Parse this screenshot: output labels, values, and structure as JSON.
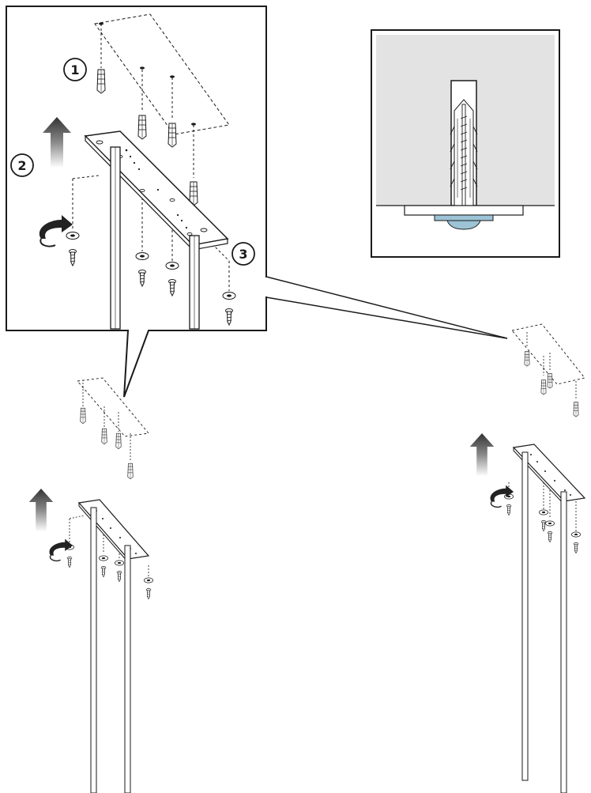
{
  "steps": [
    {
      "number": "1"
    },
    {
      "number": "2"
    },
    {
      "number": "3"
    }
  ],
  "colors": {
    "line": "#1a1a1a",
    "wall": "#e3e3e3",
    "washer_blue": "#9cc3d6",
    "arrow_dark": "#333333",
    "callout_bg": "#ffffff"
  },
  "icons": [
    "rotate-arrow-icon",
    "up-arrow-icon",
    "wall-plug-icon",
    "screw-icon",
    "washer-icon"
  ]
}
